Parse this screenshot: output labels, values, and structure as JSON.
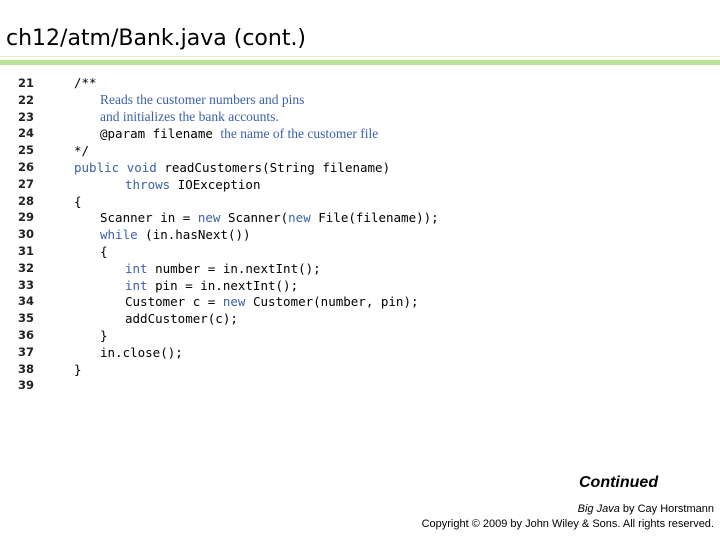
{
  "slide": {
    "title": "ch12/atm/Bank.java (cont.)",
    "line_numbers": [
      "21",
      "22",
      "23",
      "24",
      "25",
      "26",
      "27",
      "28",
      "29",
      "30",
      "31",
      "32",
      "33",
      "34",
      "35",
      "36",
      "37",
      "38",
      "39"
    ],
    "code": {
      "l21": "/**",
      "l22": "Reads the customer numbers and pins",
      "l23": "and initializes the bank accounts.",
      "l24_tag": "@param filename ",
      "l24_text": "the name of the customer file",
      "l25": "*/",
      "l26_kw1": "public",
      "l26_kw2": "void",
      "l26_rest": " readCustomers(String filename)",
      "l27_kw": "throws",
      "l27_rest": " IOException",
      "l28": "{",
      "l29_a": "Scanner in = ",
      "l29_kw": "new",
      "l29_b": " Scanner(",
      "l29_kw2": "new",
      "l29_c": " File(filename));",
      "l30_kw": "while",
      "l30_rest": " (in.hasNext())",
      "l31": "{",
      "l32_kw": "int",
      "l32_rest": " number = in.nextInt();",
      "l33_kw": "int",
      "l33_rest": " pin = in.nextInt();",
      "l34_a": "Customer c = ",
      "l34_kw": "new",
      "l34_b": " Customer(number, pin);",
      "l35": "addCustomer(c);",
      "l36": "}",
      "l37": "in.close();",
      "l38": "}"
    },
    "continued": "Continued",
    "credit_book": "Big Java",
    "credit_author": " by Cay Horstmann",
    "copyright": "Copyright © 2009 by John Wiley & Sons.  All rights reserved."
  }
}
